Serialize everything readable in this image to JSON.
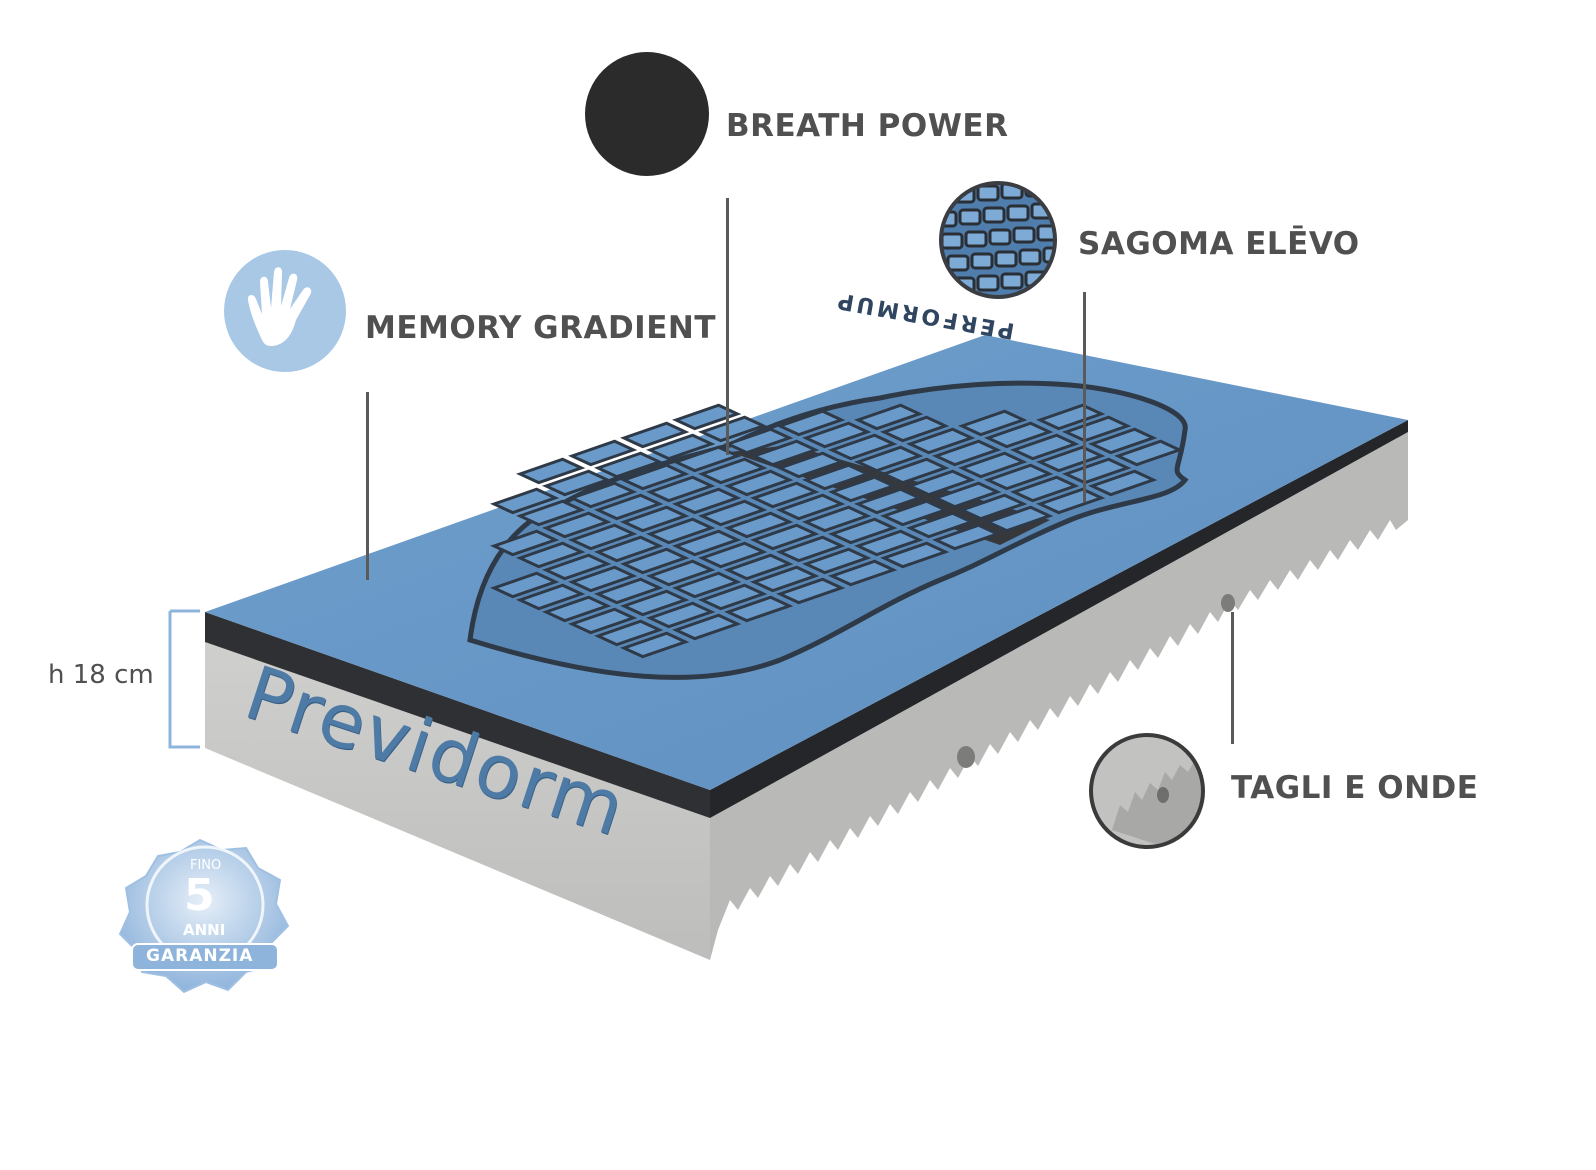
{
  "features": {
    "breath_power": {
      "label": "BREATH POWER",
      "icon": "dark-circle-icon",
      "color": "#2b2b2b"
    },
    "sagoma_elevo": {
      "label": "SAGOMA ELĒVO",
      "icon": "sagoma-detail-icon"
    },
    "memory_gradient": {
      "label": "MEMORY GRADIENT",
      "icon": "hand-icon",
      "color": "#a9c8e6"
    },
    "tagli_onde": {
      "label": "TAGLI E ONDE",
      "icon": "cut-wave-detail-icon"
    }
  },
  "height": {
    "label": "h 18 cm"
  },
  "mattress": {
    "brand_text": "Previdorm",
    "model_text": "PERFORMUP",
    "top_color": "#6a9ac8",
    "black_layer_color": "#2e3034",
    "base_color": "#c6c6c4"
  },
  "badge": {
    "top_text": "FINO",
    "number": "5",
    "unit": "ANNI",
    "ribbon_text": "GARANZIA",
    "color": "#8fb4dc"
  }
}
